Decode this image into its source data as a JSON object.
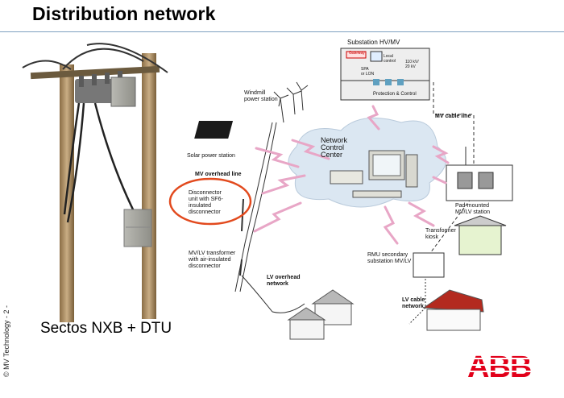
{
  "slide": {
    "title": "Distribution network",
    "side_note": "© MV Technology - 2 -",
    "caption": "Sectos NXB + DTU"
  },
  "diagram": {
    "network_control_center": "Network\nControl\nCenter",
    "substation": "Substation HV/MV",
    "gateway": "Gateway",
    "local_control": "Local\ncontrol",
    "spa_lon": "SPA\nor LON",
    "voltage": "110 kV/\n20 kV",
    "protection_control": "Protection & Control",
    "windmill": "Windmill\npower station",
    "solar": "Solar power station",
    "mv_overhead": "MV overhead line",
    "disconnector": "Disconnector\nunit with SF6-\ninsulated\ndisconnector",
    "mv_lv_transformer": "MV/LV transformer\nwith air-insulated\ndisconnector",
    "lv_overhead": "LV overhead\nnetwork",
    "mv_cable": "MV cable line",
    "pad_mounted": "Pad-mounted\nMV/LV station",
    "transformer_kiosk": "Transformer\nkiosk",
    "rmu": "RMU secondary\nsubstation MV/LV",
    "lv_cable": "LV cable\nnetwork"
  },
  "logo": {
    "text": "ABB",
    "color": "#e2001a"
  }
}
